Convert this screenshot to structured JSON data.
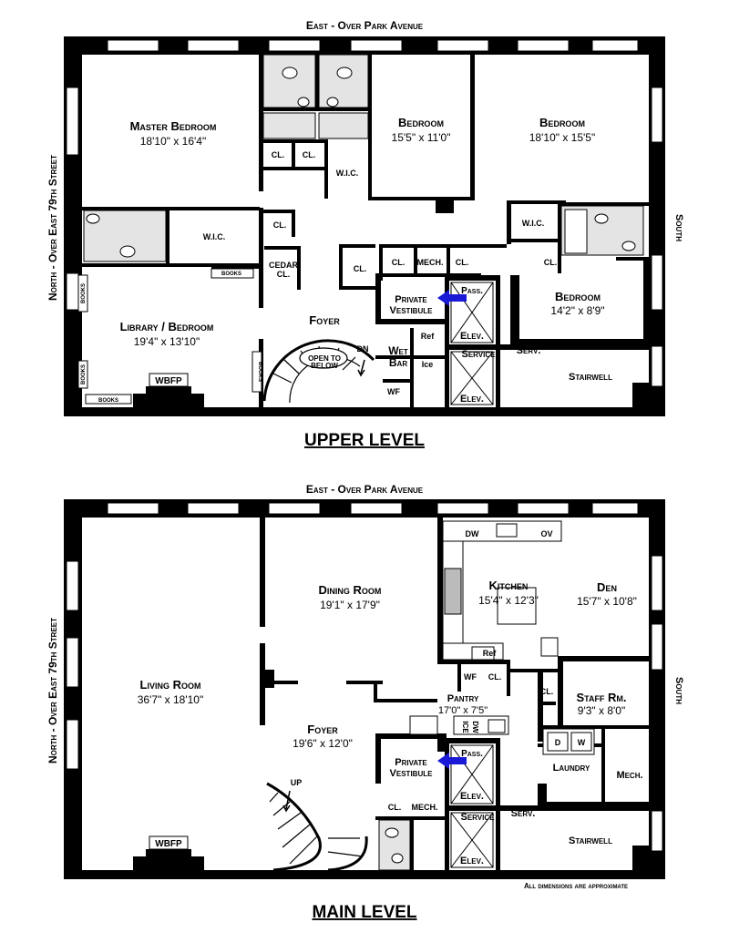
{
  "upper": {
    "title": "UPPER LEVEL",
    "east": "East - Over Park Avenue",
    "north": "North - Over East 79th Street",
    "south": "South",
    "rooms": {
      "master_name": "Master Bedroom",
      "master_dim": "18'10\" x 16'4\"",
      "bed2_name": "Bedroom",
      "bed2_dim": "15'5\" x 11'0\"",
      "bed3_name": "Bedroom",
      "bed3_dim": "18'10\" x 15'5\"",
      "bed4_name": "Bedroom",
      "bed4_dim": "14'2\" x 8'9\"",
      "library_name": "Library / Bedroom",
      "library_dim": "19'4\" x 13'10\"",
      "foyer": "Foyer",
      "private": "Private",
      "vestibule": "Vestibule",
      "wet": "Wet",
      "bar": "Bar",
      "stairwell": "Stairwell",
      "service": "Service",
      "elev": "Elev.",
      "elev2": "Elev.",
      "pass": "Pass.",
      "serv": "Serv.",
      "ref": "Ref",
      "ice": "Ice",
      "wf": "WF",
      "open": "OPEN TO",
      "below": "BELOW",
      "dn": "DN",
      "wbfp": "WBFP",
      "cl1": "CL.",
      "cl2": "CL.",
      "cl3": "CL.",
      "cl4": "CL.",
      "cl5": "CL.",
      "cl6": "CL.",
      "cl7": "CL.",
      "mech": "MECH.",
      "cedar": "CEDAR",
      "cedar_cl": "CL.",
      "wic1": "W.I.C.",
      "wic2": "W.I.C.",
      "wic3": "W.I.C.",
      "books": "BOOKS"
    }
  },
  "main": {
    "title": "MAIN LEVEL",
    "east": "East - Over Park Avenue",
    "north": "North - Over East 79th Street",
    "south": "South",
    "rooms": {
      "living_name": "Living Room",
      "living_dim": "36'7\" x 18'10\"",
      "dining_name": "Dining Room",
      "dining_dim": "19'1\" x 17'9\"",
      "kitchen_name": "Kitchen",
      "kitchen_dim": "15'4\" x 12'3\"",
      "den_name": "Den",
      "den_dim": "15'7\" x 10'8\"",
      "staff_name": "Staff Rm.",
      "staff_dim": "9'3\" x 8'0\"",
      "pantry_name": "Pantry",
      "pantry_dim": "17'0\" x 7'5\"",
      "foyer_name": "Foyer",
      "foyer_dim": "19'6\" x 12'0\"",
      "private": "Private",
      "vestibule": "Vestibule",
      "laundry": "Laundry",
      "mech": "Mech.",
      "stairwell": "Stairwell",
      "service": "Service",
      "elev": "Elev.",
      "elev2": "Elev.",
      "pass": "Pass.",
      "serv": "Serv.",
      "dw": "DW",
      "ov": "OV",
      "ref": "Ref",
      "wf": "WF",
      "cl1": "CL.",
      "cl2": "CL.",
      "cl3": "CL.",
      "mech2": "MECH.",
      "ice": "ICE",
      "dw2": "DW",
      "d": "D",
      "w": "W",
      "up": "UP",
      "wbfp": "WBFP"
    },
    "note": "All dimensions are approximate"
  }
}
